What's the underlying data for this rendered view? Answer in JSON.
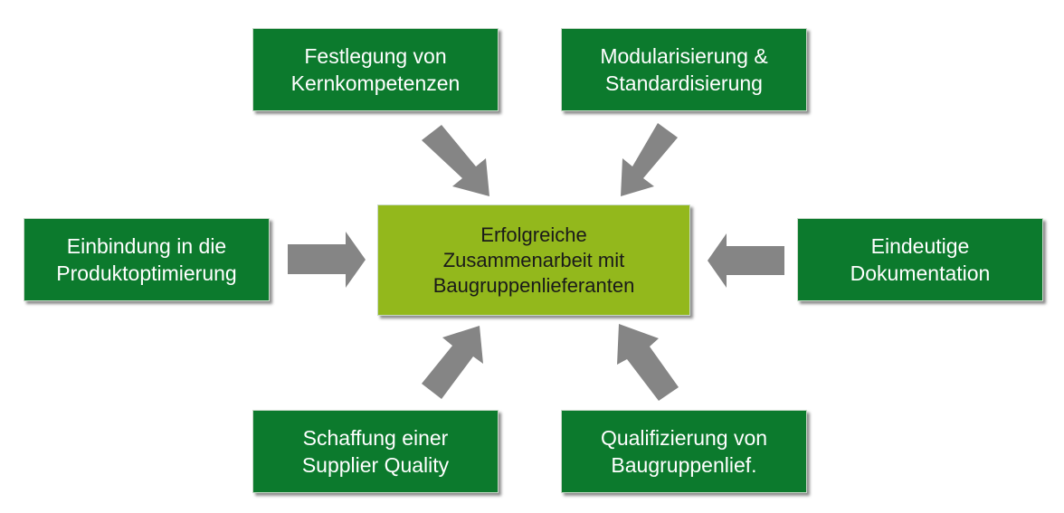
{
  "diagram": {
    "center": {
      "text": "Erfolgreiche\nZusammenarbeit mit\nBaugruppenlieferanten"
    },
    "nodes": [
      {
        "id": "top-left",
        "text": "Festlegung von\nKernkompetenzen"
      },
      {
        "id": "top-right",
        "text": "Modularisierung &\nStandardisierung"
      },
      {
        "id": "mid-left",
        "text": "Einbindung in die\nProduktoptimierung"
      },
      {
        "id": "mid-right",
        "text": "Eindeutige\nDokumentation"
      },
      {
        "id": "bottom-left",
        "text": "Schaffung einer\nSupplier Quality"
      },
      {
        "id": "bottom-right",
        "text": "Qualifizierung von\nBaugruppenlief."
      }
    ],
    "colors": {
      "outer_box": "#0c7a2d",
      "center_box": "#93b81c",
      "arrow": "#858585"
    }
  }
}
